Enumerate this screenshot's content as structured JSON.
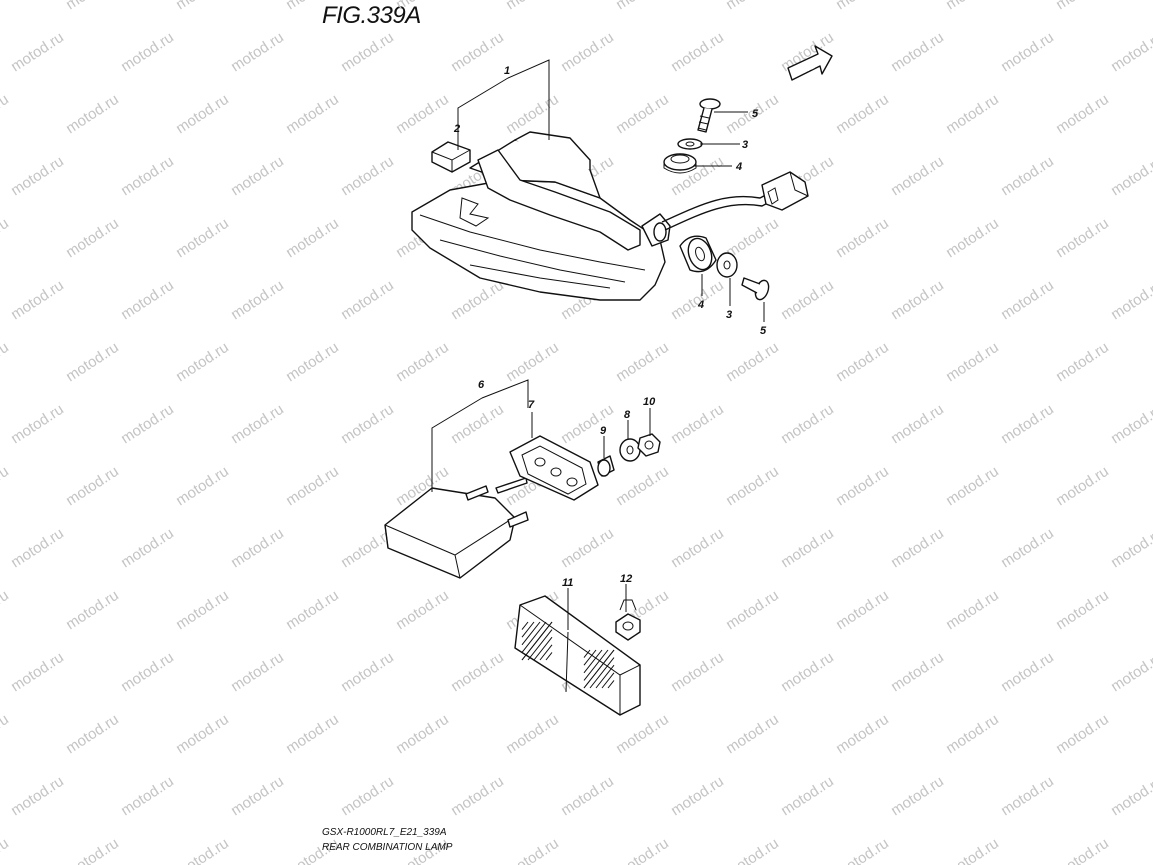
{
  "figure": {
    "title": "FIG.339A",
    "model_code": "GSX-R1000RL7_E21_339A",
    "caption": "REAR COMBINATION LAMP",
    "direction_label": "FWD"
  },
  "watermark": "motod.ru",
  "callouts": [
    "1",
    "2",
    "3",
    "4",
    "5",
    "6",
    "7",
    "8",
    "9",
    "10",
    "11",
    "12"
  ],
  "callouts_repeat": [
    "3",
    "4",
    "5"
  ]
}
